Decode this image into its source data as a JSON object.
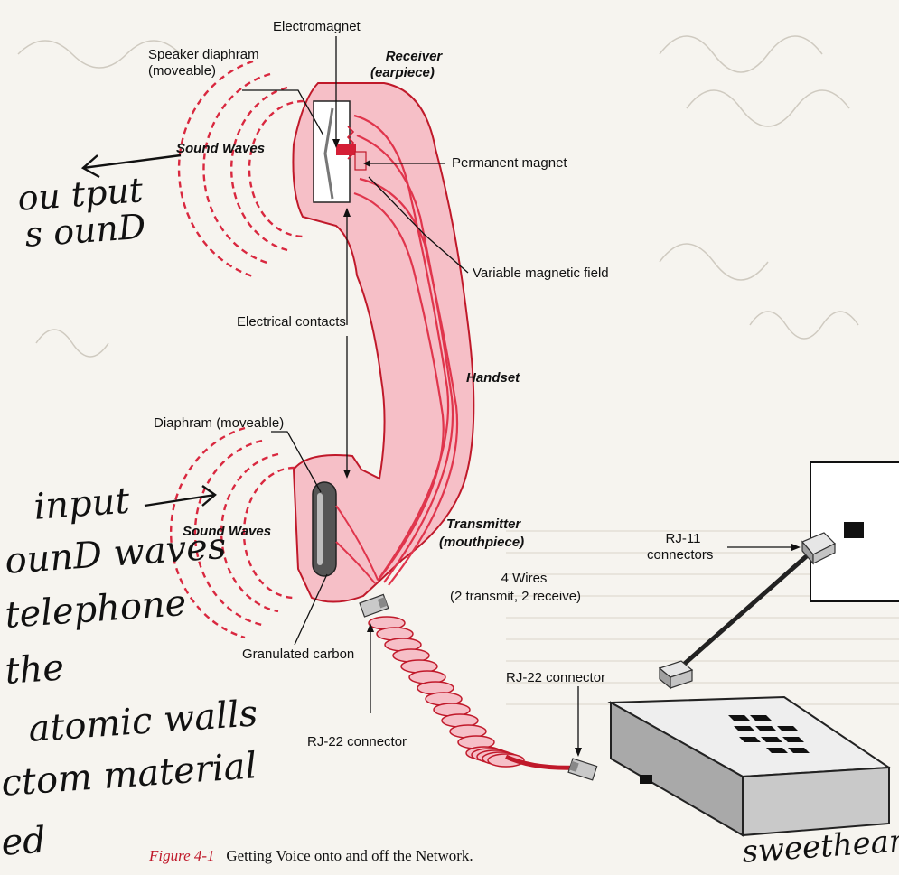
{
  "labels": {
    "electromagnet": "Electromagnet",
    "speaker_diaphram_1": "Speaker diaphram",
    "speaker_diaphram_2": "(moveable)",
    "receiver_1": "Receiver",
    "receiver_2": "(earpiece)",
    "sound_waves_top": "Sound Waves",
    "permanent_magnet": "Permanent magnet",
    "variable_magnetic_field": "Variable magnetic field",
    "electrical_contacts": "Electrical contacts",
    "handset": "Handset",
    "diaphram_moveable": "Diaphram (moveable)",
    "sound_waves_bottom": "Sound Waves",
    "transmitter_1": "Transmitter",
    "transmitter_2": "(mouthpiece)",
    "four_wires_1": "4 Wires",
    "four_wires_2": "(2 transmit, 2 receive)",
    "granulated_carbon": "Granulated carbon",
    "rj22_connector_right": "RJ-22 connector",
    "rj22_connector_left": "RJ-22 connector",
    "rj11_1": "RJ-11",
    "rj11_2": "connectors"
  },
  "caption": {
    "figure": "Figure 4-1",
    "text": "Getting Voice onto and off the Network."
  },
  "handwriting": {
    "output_1": "ou tput",
    "output_2": "s ounD",
    "input_1": "input",
    "input_2": "ounD waves",
    "input_3": "telephone",
    "input_4": "the",
    "input_5": "atomic walls",
    "input_6": "ctom material",
    "input_7": "ed",
    "bottom_right": "sweetheart"
  },
  "colors": {
    "handset_fill": "#f6bfc7",
    "handset_stroke": "#c0192a",
    "wire": "#e0354c",
    "device_top": "#eeeeee",
    "device_side": "#a9a9a9"
  }
}
